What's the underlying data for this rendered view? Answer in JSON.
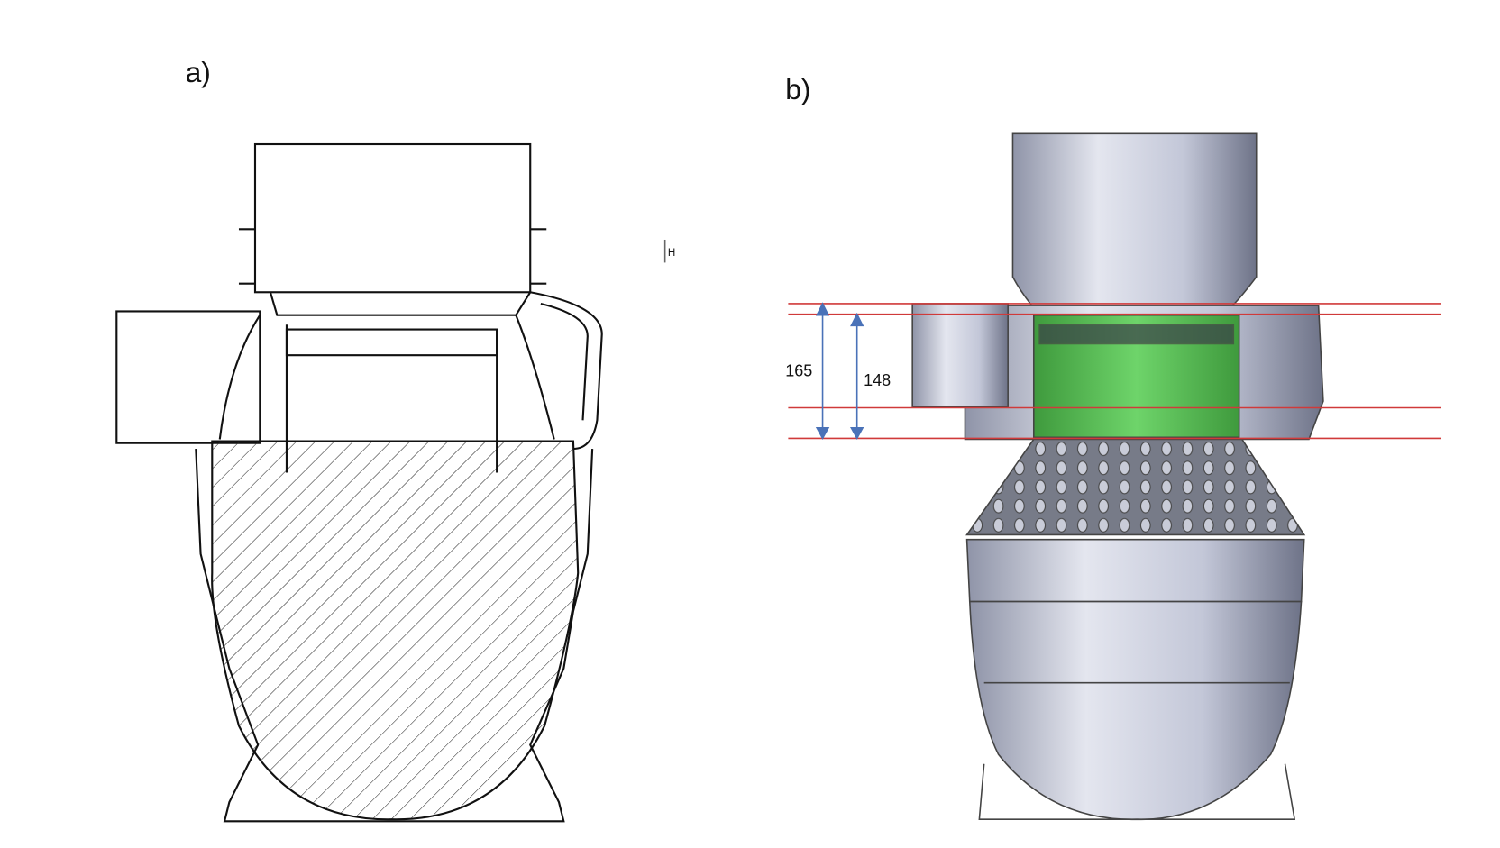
{
  "panels": {
    "a": {
      "label": "a)",
      "height_marker": "H"
    },
    "b": {
      "label": "b)",
      "dim_outer": "165",
      "dim_inner": "148"
    }
  },
  "colors": {
    "guide_line": "#d03a3a",
    "dimension": "#4a72b8",
    "insert": "#5cc45a",
    "body": "#c7cbdc"
  }
}
